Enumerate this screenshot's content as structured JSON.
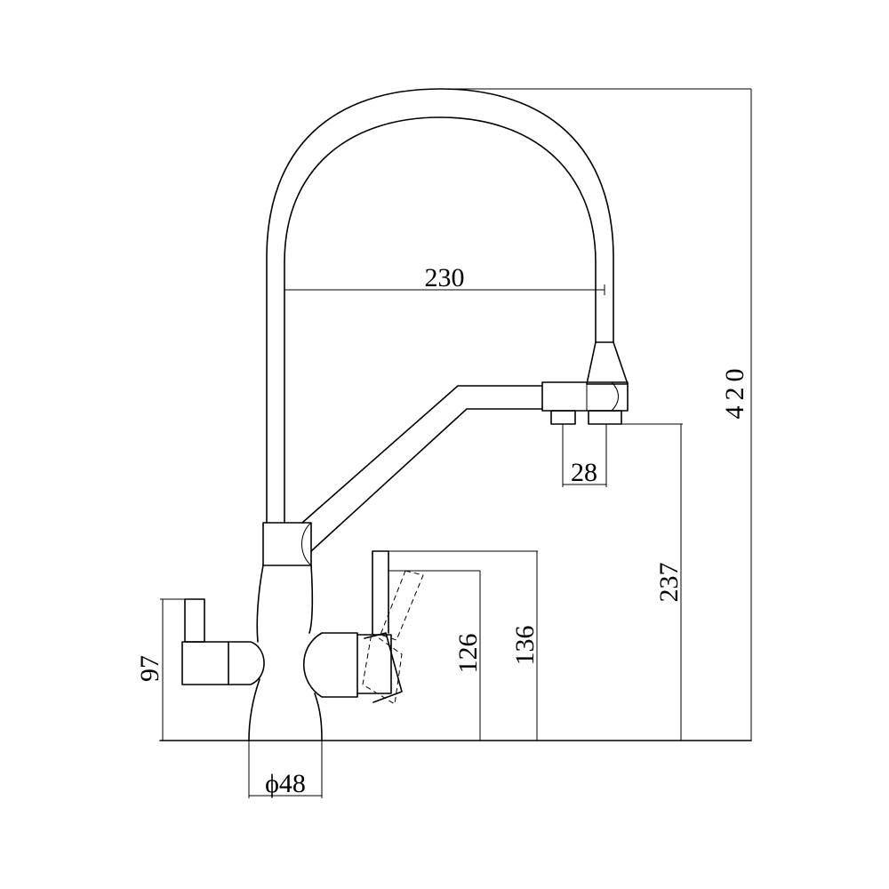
{
  "drawing": {
    "line_color": "#000000",
    "background": "#ffffff"
  },
  "dimensions": {
    "spout_reach": "230",
    "total_height": "420",
    "outlet_spacing": "28",
    "outlet_height": "237",
    "lever_height": "136",
    "side_spout_height": "126",
    "handle_height": "97",
    "base_diameter": "ϕ48"
  }
}
